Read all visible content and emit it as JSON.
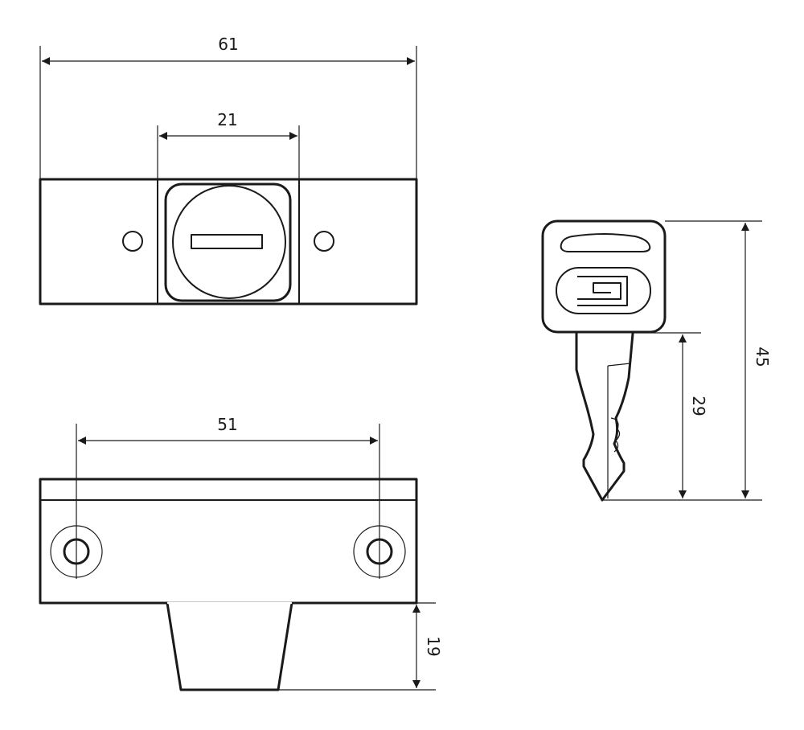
{
  "dimensions": {
    "front_width": "61",
    "lock_width": "21",
    "hole_spacing": "51",
    "tongue_depth": "19",
    "key_length": "45",
    "key_blade": "29"
  }
}
